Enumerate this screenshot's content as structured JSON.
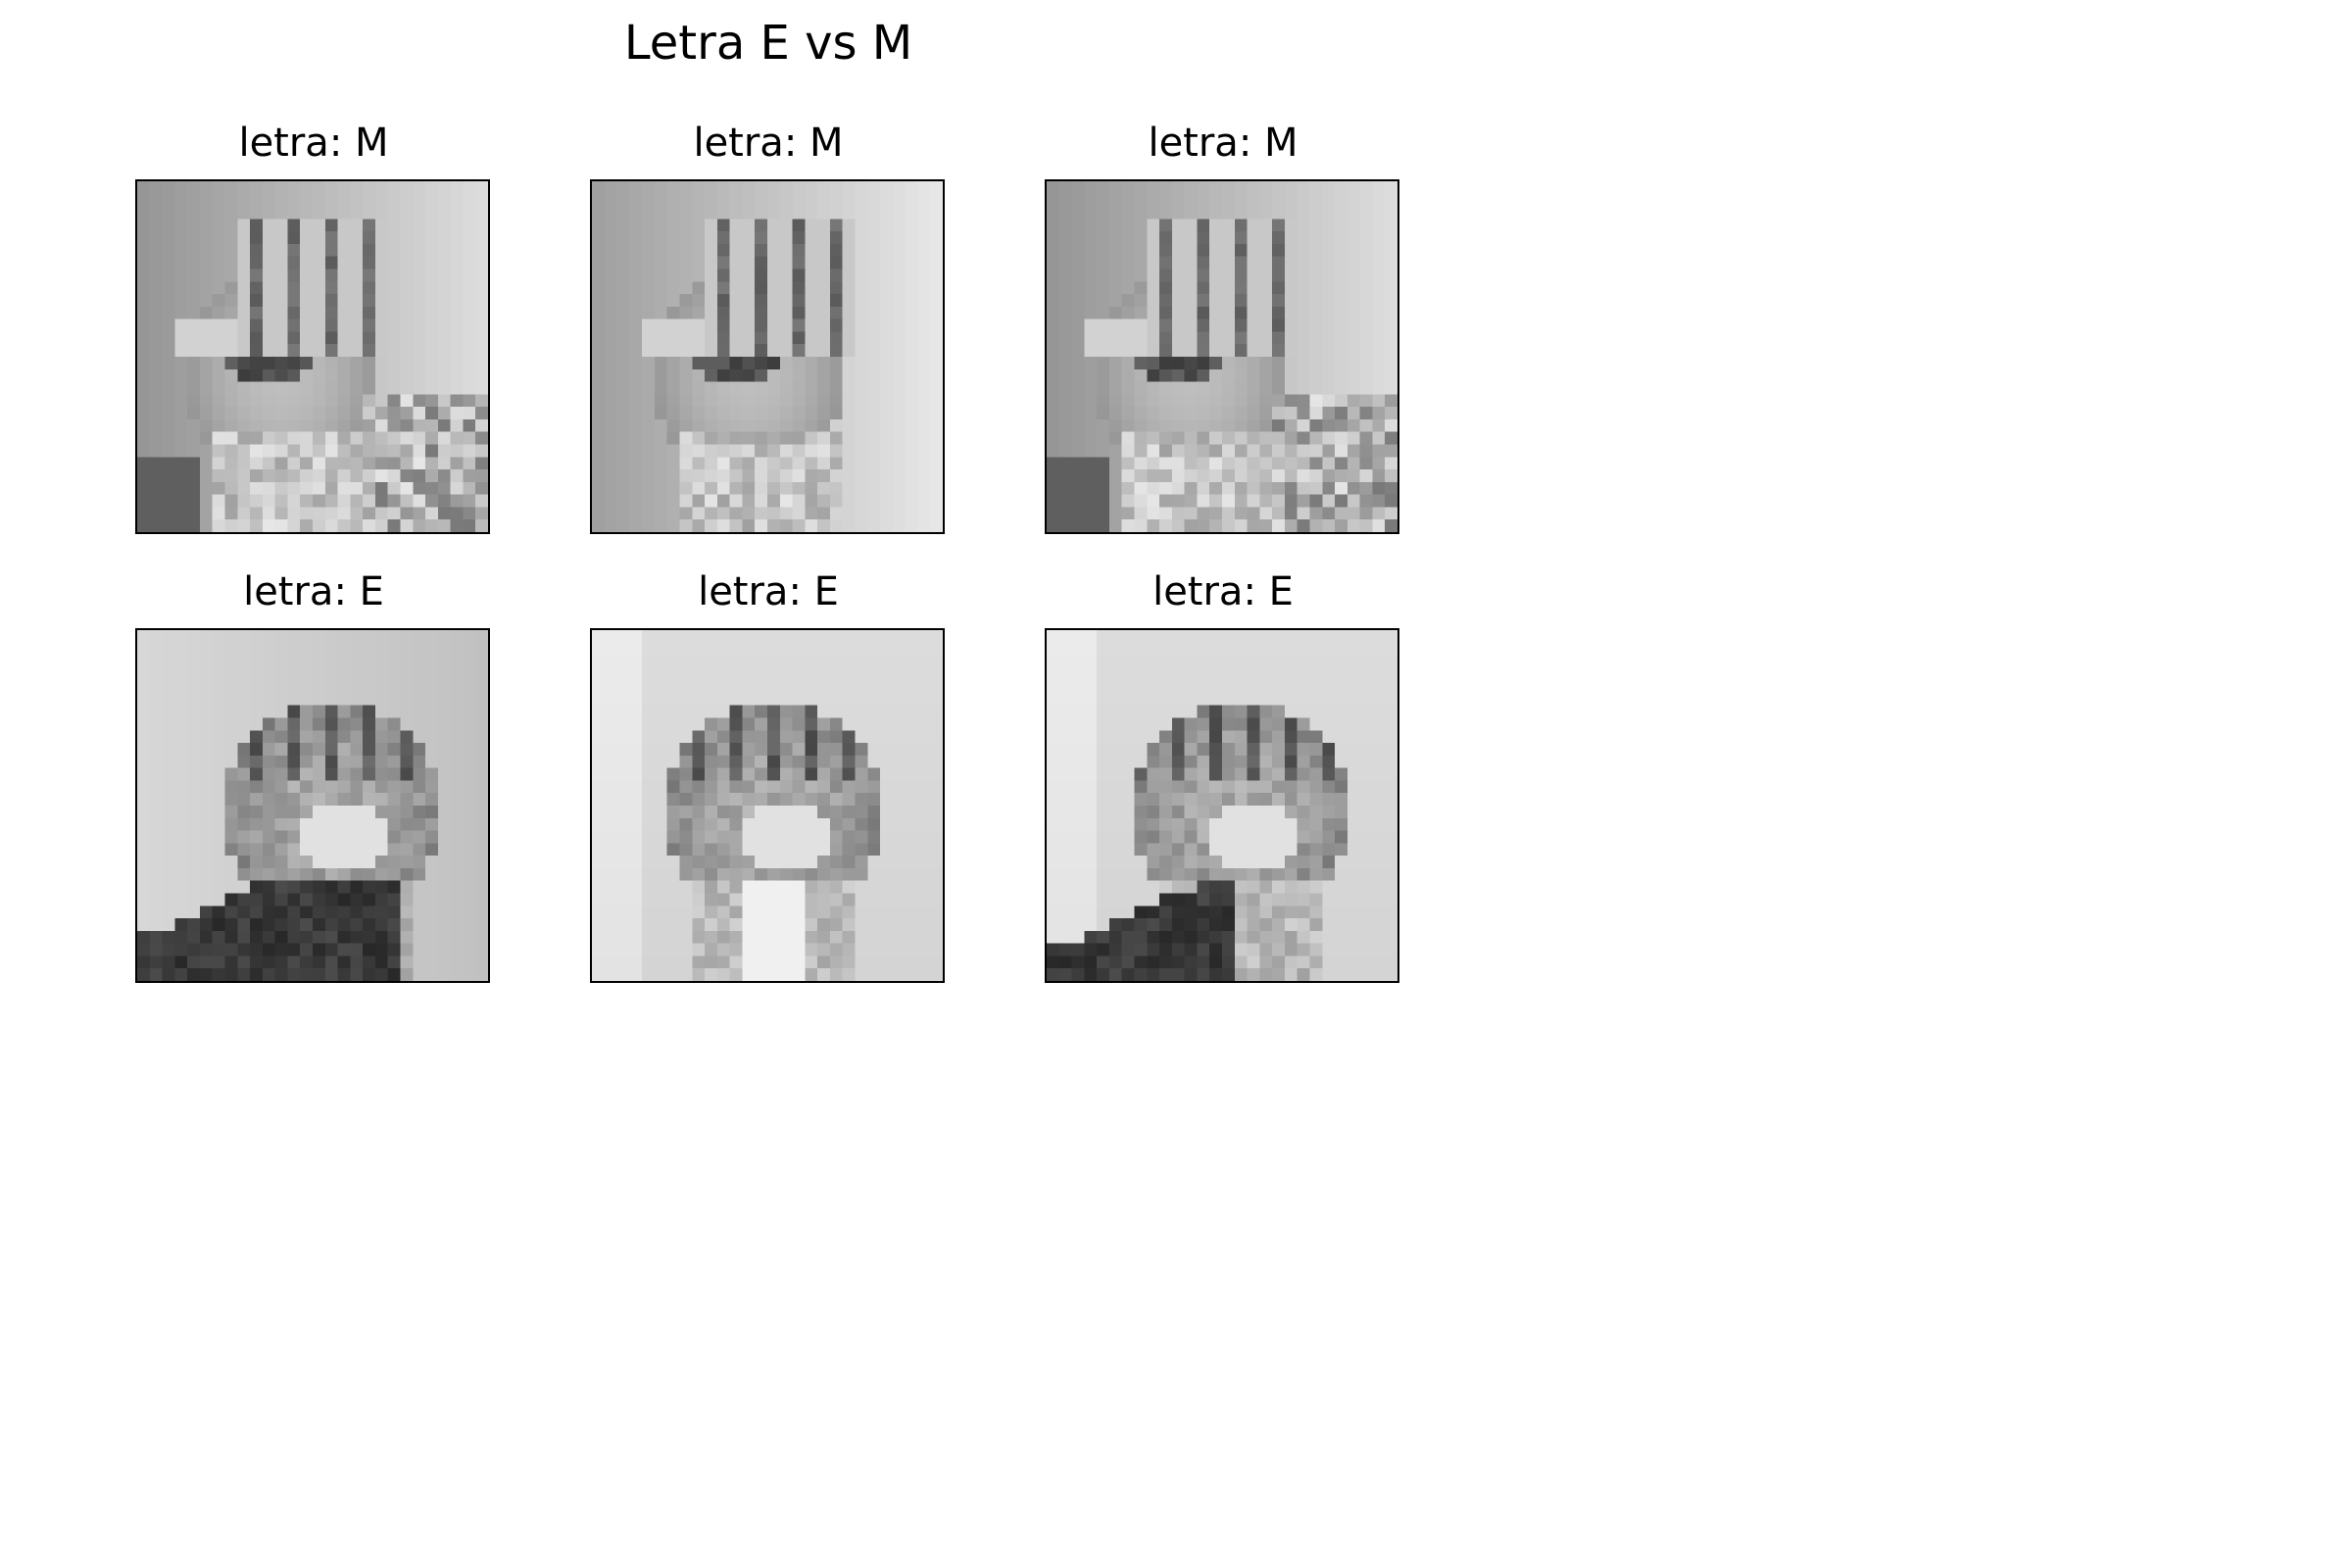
{
  "figure": {
    "title": "Letra E vs M"
  },
  "panels": [
    {
      "title": "letra: M",
      "letter": "M",
      "variant": 0
    },
    {
      "title": "letra: M",
      "letter": "M",
      "variant": 1
    },
    {
      "title": "letra: M",
      "letter": "M",
      "variant": 2
    },
    {
      "title": "letra: E",
      "letter": "E",
      "variant": 0
    },
    {
      "title": "letra: E",
      "letter": "E",
      "variant": 1
    },
    {
      "title": "letra: E",
      "letter": "E",
      "variant": 2
    }
  ],
  "image_style": {
    "colormap": "gray",
    "resolution": "28x28"
  }
}
